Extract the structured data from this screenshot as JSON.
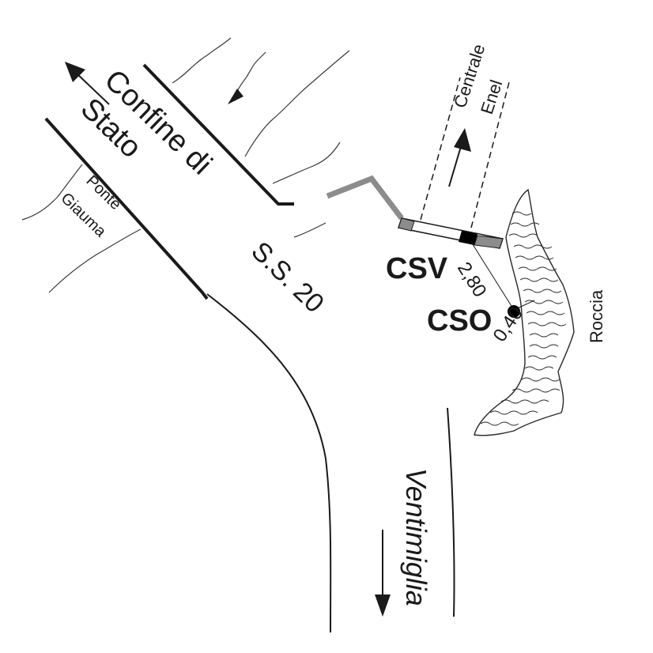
{
  "labels": {
    "confine_line1": "Confine di",
    "confine_line2": "Stato",
    "ponte_line1": "Ponte",
    "ponte_line2": "Giauma",
    "road": "S.S. 20",
    "centrale_line1": "Centrale",
    "centrale_line2": "Enel",
    "csv": "CSV",
    "cso": "CSO",
    "dist_1": "2,80",
    "dist_2": "0,40",
    "roccia": "Roccia",
    "ventimiglia": "Ventimiglia"
  },
  "colors": {
    "ink": "#1a1a1a",
    "pipe_gray": "#8c8c8c",
    "pipe_fill": "#ffffff",
    "valve_fill": "#000000",
    "stream": "#3a3a3a"
  },
  "icons": {
    "arrows": [
      "arrow-up-left-icon",
      "arrow-down-stream-icon",
      "arrow-up-enel-icon",
      "arrow-down-ventimiglia-icon"
    ]
  }
}
